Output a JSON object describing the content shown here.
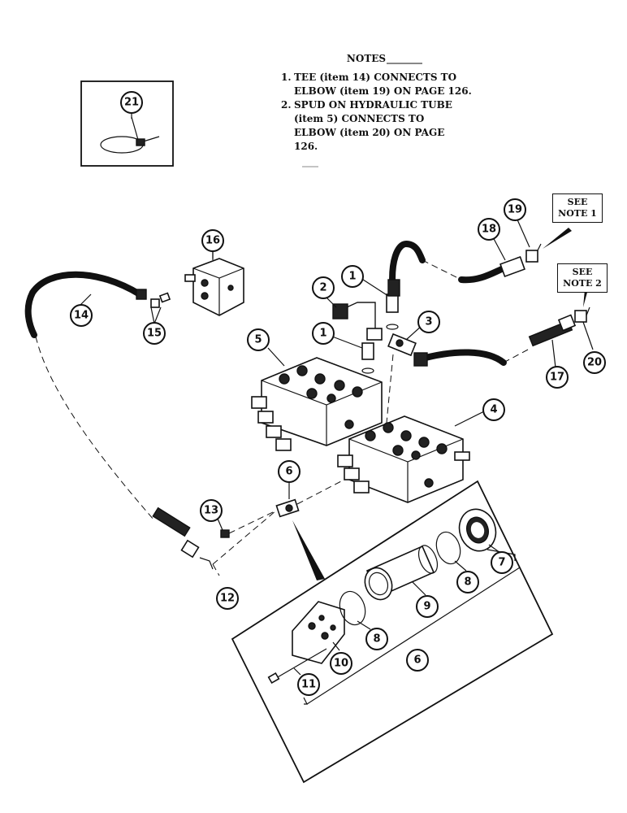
{
  "notes": {
    "title": "NOTES",
    "items": [
      {
        "num": "1.",
        "text": "TEE (item 14) CONNECTS TO ELBOW (item 19) ON PAGE 126."
      },
      {
        "num": "2.",
        "text": "SPUD ON HYDRAULIC TUBE (item 5) CONNECTS TO ELBOW (item 20) ON PAGE 126."
      }
    ]
  },
  "see_notes": [
    {
      "line1": "SEE",
      "line2": "NOTE 1"
    },
    {
      "line1": "SEE",
      "line2": "NOTE 2"
    }
  ],
  "callouts": [
    "21",
    "16",
    "14",
    "15",
    "1",
    "2",
    "1",
    "3",
    "18",
    "19",
    "17",
    "20",
    "5",
    "4",
    "6",
    "13",
    "12",
    "7",
    "8",
    "9",
    "10",
    "8",
    "6",
    "11"
  ]
}
